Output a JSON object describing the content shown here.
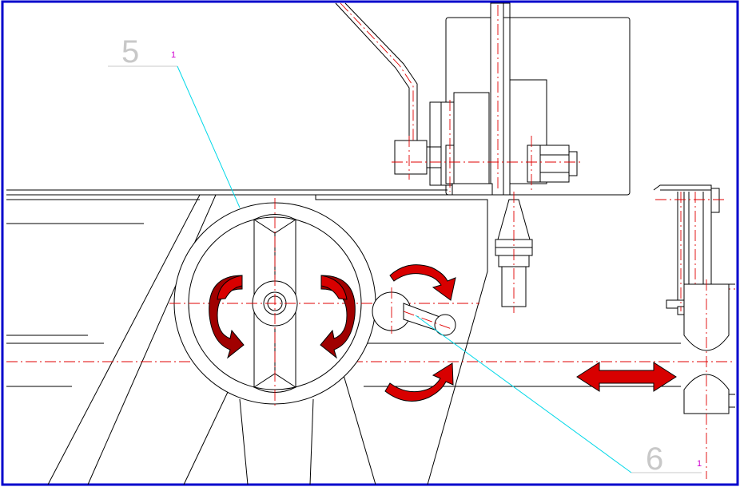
{
  "callouts": [
    {
      "id": "callout-5",
      "number": "5",
      "sub": "1"
    },
    {
      "id": "callout-6",
      "number": "6",
      "sub": "1"
    }
  ],
  "colors": {
    "frame": "#0000cc",
    "centerline": "#e00000",
    "leader": "#00d8e8",
    "arrow": "#d80000",
    "callout_number": "#c8c8c8",
    "callout_sub": "#d000d0"
  },
  "symbols": {
    "rotation_arrows": "curved-arrow-icon",
    "linear_arrow": "double-arrow-icon"
  }
}
